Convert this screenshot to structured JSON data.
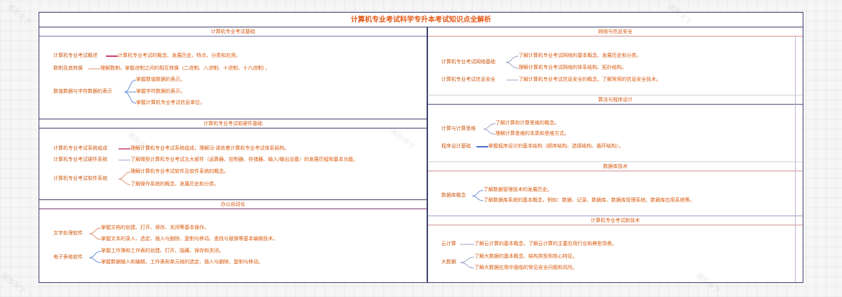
{
  "title": "计算机专业考试科学专升本考试知识点全解析",
  "watermark": "图形天下",
  "sections": {
    "basics": {
      "title": "计算机专业考试基础",
      "nodes": [
        {
          "label": "计算机专业考试概述",
          "children": [
            "计算机专业考试的概念、发展历史、特点、分类和应用。"
          ]
        },
        {
          "label": "数制及其转换",
          "children": [
            "理解数制，掌握进制之间的相互转换（二进制、八进制、十进制、十六进制）。"
          ]
        },
        {
          "label": "数值数据与字符数据的表示",
          "children": [
            "掌握数值数据的表示。",
            "掌握字符数据的表示。",
            "掌握计算机专业考试信息单位。"
          ]
        }
      ]
    },
    "hardware": {
      "title": "计算机专业考试软硬件基础",
      "nodes": [
        {
          "label": "计算机专业考试系统组成",
          "children": [
            "理解计算机专业考试系统组成，理解冯·诺依曼计算机专业考试体系结构。"
          ]
        },
        {
          "label": "计算机专业考试硬件系统",
          "children": [
            "了解微型计算机专业考试五大部件（运算器、控制器、存储器、输入/输出设备）的发展历程和基本功能。"
          ]
        },
        {
          "label": "计算机专业考试软件系统",
          "children": [
            "理解计算机专业考试软件及软件系统的概念。",
            "了解操作系统的概念、发展历史和分类。"
          ]
        }
      ]
    },
    "office": {
      "title": "办公自动化",
      "nodes": [
        {
          "label": "文字处理软件",
          "children": [
            "掌握文档的创建、打开、保存、关闭等基本操作。",
            "掌握文本的录入、选定、插入与删除、复制与移动、查找与替换等基本编辑技术。"
          ]
        },
        {
          "label": "电子表格软件",
          "children": [
            "掌握工作簿和工作表的创建、打开、隐藏、保存和关闭。",
            "掌握数据输入和编辑，工作表和单元格的选定、插入与删除、复制与移动。"
          ]
        }
      ]
    },
    "network": {
      "title": "网络与信息安全",
      "nodes": [
        {
          "label": "计算机专业考试网络基础",
          "children": [
            "了解计算机专业考试网络的基本概念、发展历史和分类。",
            "理解计算机专业考试网络的体系结构、拓扑结构。"
          ]
        },
        {
          "label": "计算机专业考试信息安全",
          "children": [
            "了解计算机专业考试信息安全的概念，了解常用的信息安全技术。"
          ]
        }
      ]
    },
    "algorithm": {
      "title": "算法与程序设计",
      "nodes": [
        {
          "label": "计算与计算思维",
          "children": [
            "了解计算和计算思维的概念。",
            "理解计算思维的本质和思维方式。"
          ]
        },
        {
          "label": "程序设计基础",
          "children": [
            "掌握程序设计的基本结构（顺序结构、选择结构、循环结构）。"
          ]
        }
      ]
    },
    "database": {
      "title": "数据库技术",
      "nodes": [
        {
          "label": "数据库概念",
          "children": [
            "了解数据管理技术的发展历史。",
            "了解数据库系统的基本概念，例如：数据、记录、数据库、数据库管理系统、数据库应用系统等。"
          ]
        }
      ]
    },
    "newtech": {
      "title": "计算机专业考试新技术",
      "nodes": [
        {
          "label": "云计算",
          "children": [
            "了解云计算的基本概念，了解云计算的主要应用行业和典型场景。"
          ]
        },
        {
          "label": "大数据",
          "children": [
            "了解大数据的基本概念、结构类型和核心特征。",
            "了解大数据应用中面临的常见安全问题和风险。"
          ]
        }
      ]
    }
  },
  "colors": {
    "frame": "#3b3f6b",
    "title_text": "#e45a1a",
    "node_text": "#d85a0e",
    "link_colors": [
      "#c83d6e",
      "#4a6fd0",
      "#e09070",
      "#6a8fd8",
      "#9aa4c8"
    ]
  }
}
